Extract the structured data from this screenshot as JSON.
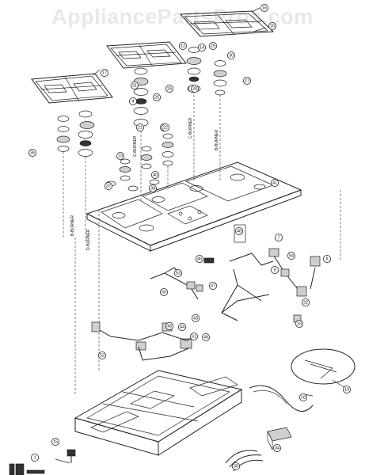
{
  "watermark": "AppliancePartsPros.com",
  "burner_labels": [
    "C-BURNER",
    "C-BURNER",
    "B-BURNER",
    "B-BURNER",
    "D-BURNER"
  ],
  "callouts": [
    "1",
    "4",
    "5",
    "7",
    "8",
    "9",
    "12",
    "13",
    "14",
    "15",
    "16",
    "17",
    "18",
    "19",
    "20",
    "21",
    "22",
    "23",
    "25",
    "26",
    "27",
    "28",
    "29",
    "30",
    "31",
    "32",
    "33",
    "34",
    "35",
    "36",
    "37",
    "39",
    "40",
    "41",
    "43",
    "44",
    "45",
    "46",
    "47",
    "48",
    "49",
    "50",
    "51",
    "52",
    "53",
    "54"
  ]
}
